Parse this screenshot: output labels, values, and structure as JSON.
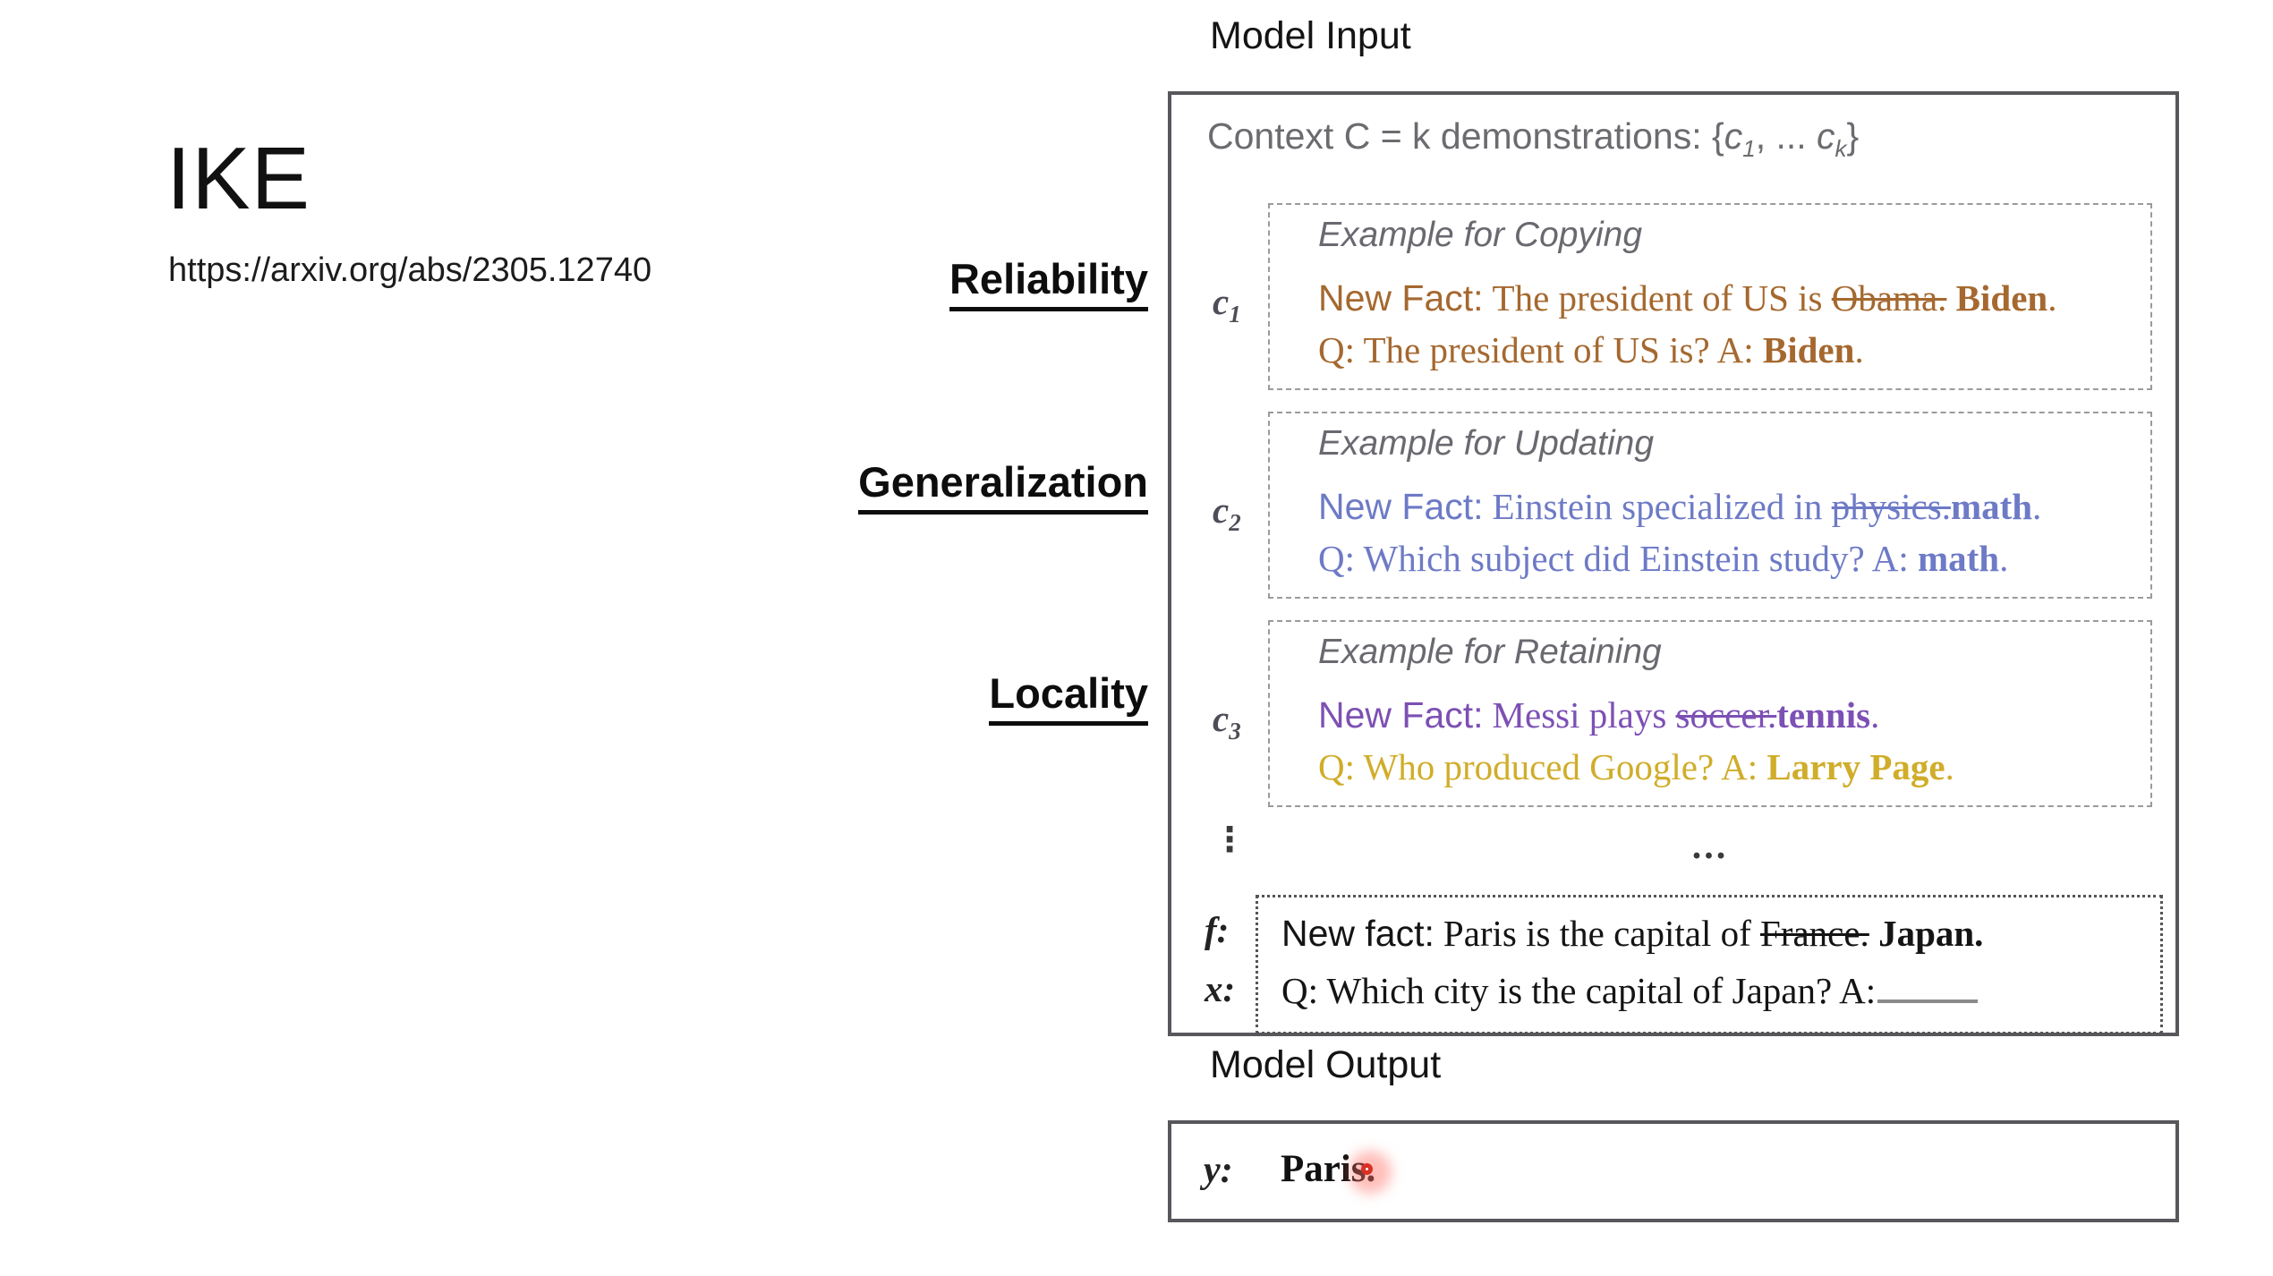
{
  "slide": {
    "title": "IKE",
    "url": "https://arxiv.org/abs/2305.12740"
  },
  "criteria": {
    "reliability": "Reliability",
    "generalization": "Generalization",
    "locality": "Locality"
  },
  "colors": {
    "copying_brown": "#a5682f",
    "updating_blue": "#6d7ac6",
    "retaining_purple": "#7d50b4",
    "retaining_gold": "#d0ad2a",
    "muted_gray": "#6b6b70",
    "box_border_gray": "#58585c",
    "laser_red": "#d93025"
  },
  "input": {
    "heading": "Model Input",
    "context": {
      "pre": "Context C = k demonstrations: {",
      "c1base": "c",
      "c1sub": "1",
      "mid": ", ... ",
      "ckbase": "c",
      "cksub": "k",
      "post": "}"
    },
    "examples": [
      {
        "label_base": "c",
        "label_sub": "1",
        "header": "Example for Copying",
        "fact_label": "New Fact:",
        "fact_pre": "The president of US is ",
        "fact_struck": "Obama.",
        "fact_gap": " ",
        "fact_new": "Biden",
        "fact_period": ".",
        "q_pre": "Q: The president of US is? A: ",
        "q_answer": "Biden",
        "q_period": "."
      },
      {
        "label_base": "c",
        "label_sub": "2",
        "header": "Example for Updating",
        "fact_label": "New Fact:",
        "fact_pre": "Einstein specialized in ",
        "fact_struck": "physics.",
        "fact_gap": "",
        "fact_new": "math",
        "fact_period": ".",
        "q_pre": "Q: Which subject did Einstein study? A: ",
        "q_answer": "math",
        "q_period": "."
      },
      {
        "label_base": "c",
        "label_sub": "3",
        "header": "Example for Retaining",
        "fact_label": "New Fact:",
        "fact_pre": "Messi plays ",
        "fact_struck": "soccer.",
        "fact_gap": "",
        "fact_new": "tennis",
        "fact_period": ".",
        "q_pre": "Q: Who produced Google? A: ",
        "q_answer": "Larry Page",
        "q_period": "."
      }
    ],
    "vdots": "⋮",
    "hdots": "...",
    "query": {
      "f_label": "f:",
      "x_label": "x:",
      "fact_label": "New fact:",
      "fact_pre": "Paris is the capital of ",
      "fact_struck": "France.",
      "fact_gap": " ",
      "fact_new": "Japan.",
      "q_text": "Q: Which city is the capital of Japan? A:"
    }
  },
  "output": {
    "heading": "Model Output",
    "y_label": "y:",
    "answer": "Paris."
  }
}
